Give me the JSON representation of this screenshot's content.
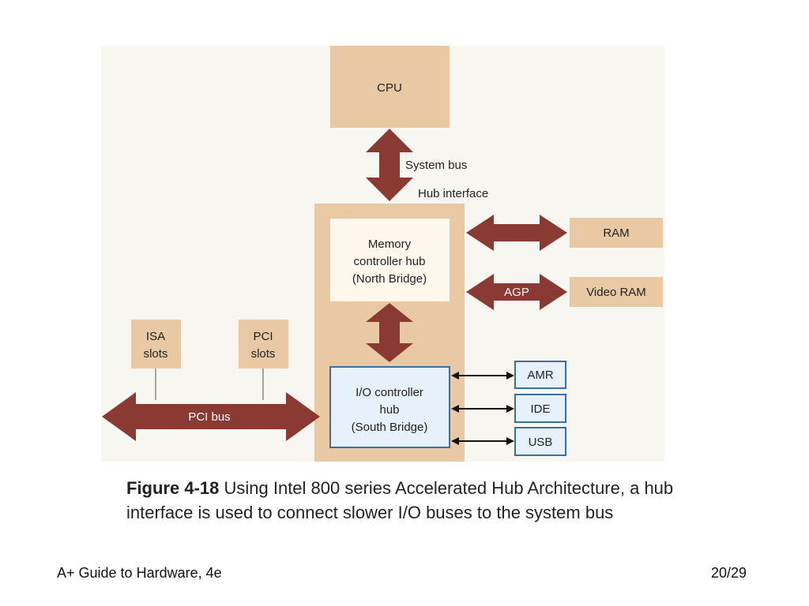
{
  "diagram": {
    "nodes": {
      "cpu": "CPU",
      "system_bus": "System bus",
      "hub_interface": "Hub interface",
      "north_bridge": [
        "Memory",
        "controller hub",
        "(North Bridge)"
      ],
      "south_bridge": [
        "I/O controller",
        "hub",
        "(South Bridge)"
      ],
      "ram": "RAM",
      "agp": "AGP",
      "video_ram": "Video RAM",
      "isa_slots": [
        "ISA",
        "slots"
      ],
      "pci_slots": [
        "PCI",
        "slots"
      ],
      "pci_bus": "PCI bus",
      "amr": "AMR",
      "ide": "IDE",
      "usb": "USB"
    },
    "colors": {
      "tan": "#e8c9a4",
      "arrow": "#8b3a33",
      "north_bridge_fill": "#fdf7ec",
      "south_bridge_fill": "#e6f1fb",
      "io_box_border": "#3a6fa0"
    }
  },
  "caption": {
    "label": "Figure 4-18",
    "text": " Using Intel 800 series Accelerated Hub Architecture, a hub interface is used to connect slower I/O buses to the system bus"
  },
  "footer": {
    "left": "A+ Guide to Hardware, 4e",
    "right": "20/29"
  }
}
